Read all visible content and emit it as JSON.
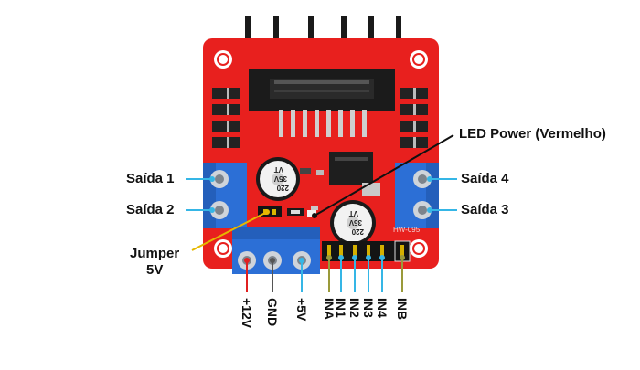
{
  "labels": {
    "saida1": "Saída 1",
    "saida2": "Saída 2",
    "saida3": "Saída 3",
    "saida4": "Saída 4",
    "led_power": "LED Power (Vermelho)",
    "jumper_line1": "Jumper",
    "jumper_line2": "5V"
  },
  "pins": {
    "p12v": "+12V",
    "gnd": "GND",
    "p5v": "+5V",
    "ina": "INA",
    "in1": "IN1",
    "in2": "IN2",
    "in3": "IN3",
    "in4": "IN4",
    "inb": "INB"
  },
  "board": {
    "model": "HW-095",
    "cap_left_line1": "220",
    "cap_left_line2": "35V",
    "cap_left_line3": "VT",
    "cap_right_line1": "220",
    "cap_right_line2": "35V",
    "cap_right_line3": "VT"
  },
  "colors": {
    "board": "#e8201e",
    "terminal": "#2c6fd6",
    "pointer_cyan": "#35b6e6",
    "pointer_red": "#e02020",
    "pointer_gray": "#555555",
    "pointer_olive": "#9a9a3a",
    "pointer_yellow": "#e5b800",
    "pointer_black": "#111111"
  }
}
